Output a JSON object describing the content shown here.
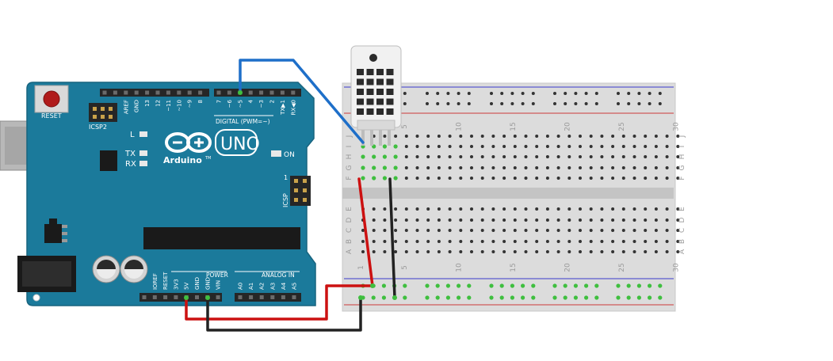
{
  "board": {
    "model": "UNO",
    "brand": "Arduino",
    "trademark": "TM",
    "reset_label": "RESET",
    "icsp2_label": "ICSP2",
    "icsp_label": "ICSP",
    "icsp_pin1": "1",
    "on_label": "ON",
    "led_l": "L",
    "led_tx": "TX",
    "led_rx": "RX",
    "digital_label": "DIGITAL (PWM=~)",
    "power_label": "POWER",
    "analog_label": "ANALOG IN",
    "digital_pins": [
      "AREF",
      "GND",
      "13",
      "12",
      "~11",
      "~10",
      "~9",
      "8",
      "7",
      "~6",
      "~5",
      "4",
      "~3",
      "2",
      "TX▶1",
      "RX◀0"
    ],
    "power_pins": [
      "IOREF",
      "RESET",
      "3V3",
      "5V",
      "GND",
      "GND",
      "VIN"
    ],
    "analog_pins": [
      "A0",
      "A1",
      "A2",
      "A3",
      "A4",
      "A5"
    ],
    "color": "#1b7a9b"
  },
  "breadboard": {
    "column_numbers": [
      "1",
      "5",
      "10",
      "15",
      "20",
      "25",
      "30"
    ],
    "rows_top": [
      "J",
      "I",
      "H",
      "G",
      "F"
    ],
    "rows_bottom": [
      "E",
      "D",
      "C",
      "B",
      "A"
    ]
  },
  "sensor": {
    "icon": "dht-temperature-humidity-sensor"
  },
  "wires": {
    "signal_color": "#1e6fc9",
    "power_color": "#cc1111",
    "ground_color": "#222222"
  }
}
